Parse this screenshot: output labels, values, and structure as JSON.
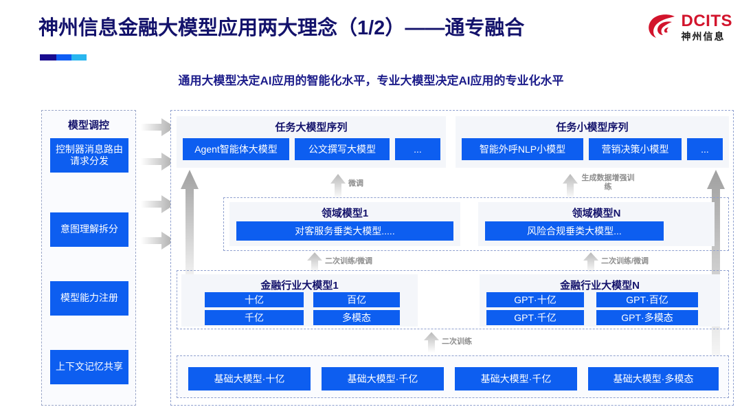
{
  "header": {
    "title": "神州信息金融大模型应用两大理念（1/2）——通专融合",
    "subtitle": "通用大模型决定AI应用的智能化水平，专业大模型决定AI应用的专业化水平",
    "logo_en": "DCITS",
    "logo_cn": "神州信息",
    "accent_colors": [
      "#190c8f",
      "#0f5ef5",
      "#29b6ef"
    ],
    "brand_red": "#d2142c",
    "title_color": "#13126b"
  },
  "theme": {
    "box_blue": "#0d5ef0",
    "panel_gray": "#f4f6fa",
    "dash_border": "#8fa0cf",
    "arrow_gray": "#b7b7b7"
  },
  "control_panel": {
    "title": "模型调控",
    "items": [
      {
        "label": "控制器消息路由请求分发"
      },
      {
        "label": "意图理解拆分"
      },
      {
        "label": "模型能力注册"
      },
      {
        "label": "上下文记忆共享"
      }
    ]
  },
  "task_layer": {
    "left": {
      "title": "任务大模型序列",
      "boxes": [
        "Agent智能体大模型",
        "公文撰写大模型",
        "..."
      ]
    },
    "right": {
      "title": "任务小模型序列",
      "boxes": [
        "智能外呼NLP小模型",
        "营销决策小模型",
        "..."
      ]
    }
  },
  "domain_layer": {
    "left": {
      "title": "领域模型1",
      "box": "对客服务垂类大模型....."
    },
    "right": {
      "title": "领域模型N",
      "box": "风险合规垂类大模型..."
    }
  },
  "industry_layer": {
    "left": {
      "title": "金融行业大模型1",
      "boxes": [
        "十亿",
        "百亿",
        "千亿",
        "多模态"
      ]
    },
    "right": {
      "title": "金融行业大模型N",
      "boxes": [
        "GPT·十亿",
        "GPT·百亿",
        "GPT·千亿",
        "GPT·多模态"
      ]
    }
  },
  "foundation_layer": {
    "boxes": [
      "基础大模型·十亿",
      "基础大模型·千亿",
      "基础大模型·千亿",
      "基础大模型·多模态"
    ]
  },
  "arrow_labels": {
    "finetune_left": "微调",
    "gen_data_right": "生成数据增强训练",
    "retrain_left": "二次训练/微调",
    "retrain_right": "二次训练/微调",
    "retrain_base": "二次训练"
  }
}
